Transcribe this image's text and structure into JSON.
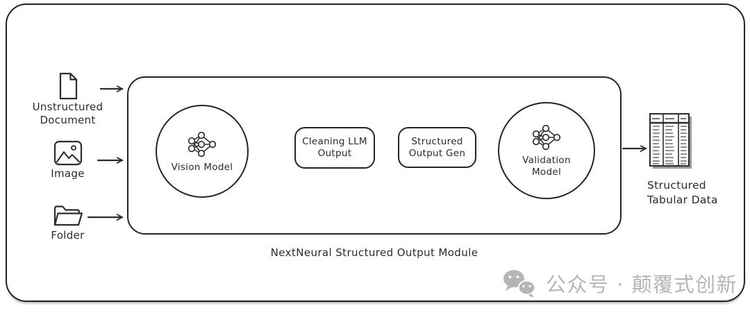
{
  "diagram": {
    "inputs": [
      {
        "label": "Unstructured Document",
        "icon": "document-icon"
      },
      {
        "label": "Image",
        "icon": "image-icon"
      },
      {
        "label": "Folder",
        "icon": "folder-icon"
      }
    ],
    "module": {
      "caption": "NextNeural Structured Output Module",
      "vision": {
        "label": "Vision Model",
        "icon": "neural-network-icon",
        "shape": "circle"
      },
      "cleaning": {
        "label": "Cleaning LLM Output",
        "shape": "rounded-box"
      },
      "structured_gen": {
        "label": "Structured Output Gen",
        "shape": "rounded-box"
      },
      "validation": {
        "label": "Validation Model",
        "icon": "neural-network-icon",
        "shape": "circle"
      }
    },
    "output": {
      "label": "Structured Tabular Data",
      "icon": "table-icon"
    }
  },
  "watermark": {
    "label": "公众号 · 颠覆式创新",
    "icon": "wechat-icon"
  },
  "colors": {
    "stroke": "#2b2b2b",
    "background": "#ffffff",
    "watermark_gray": "#b5b5b5"
  }
}
